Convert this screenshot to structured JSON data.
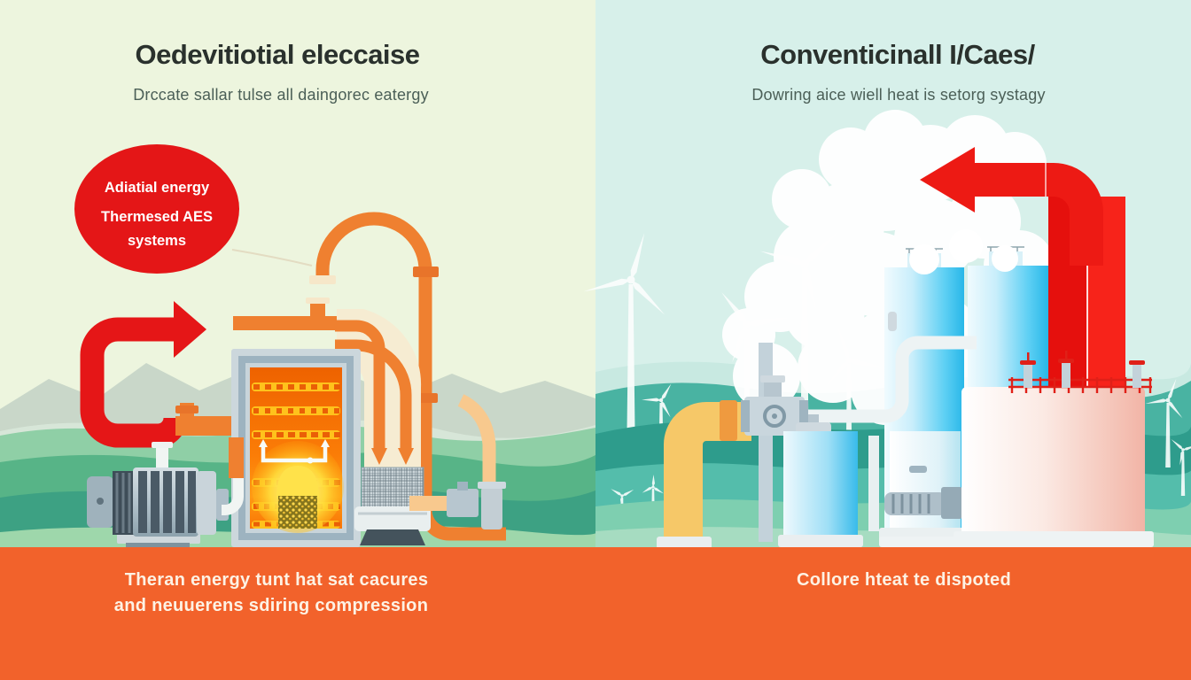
{
  "left_panel": {
    "title": "Oedevitiotial eleccaise",
    "subtitle": "Drccate sallar tulse all daingorec eatergy",
    "callout": {
      "line1": "Adiatial energy",
      "line2": "Thermesed AES",
      "line3": "systems"
    },
    "caption": {
      "line1": "Theran energy tunt hat sat cacures",
      "line2": "and neuuerens sdiring compression"
    }
  },
  "right_panel": {
    "title": "Conventicinall I/Caes/",
    "subtitle": "Dowring aice wiell heat is setorg systagy",
    "caption": {
      "line1": "Collore hteat te dispoted"
    }
  },
  "colors": {
    "left_background": "#edf5de",
    "right_background": "#d7f0ea",
    "banner_orange": "#f2622b",
    "accent_red": "#e51617",
    "pipe_orange": "#ef8030",
    "pipe_cream": "#f6ecd2",
    "pipe_yellow": "#f6c868",
    "tank_cyan": "#2ec1ef",
    "furnace_hot_orange": "#f06a00",
    "furnace_glow_yellow": "#ffdf3d",
    "hill_teal": "#2f9d8d",
    "caption_text": "#fdf2e4"
  }
}
